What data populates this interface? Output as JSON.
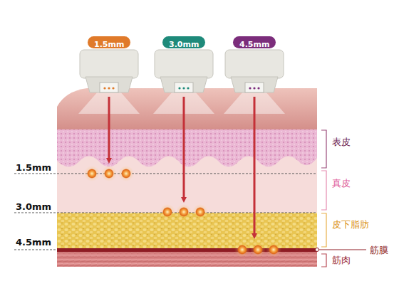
{
  "diagram": {
    "nodes": [
      {
        "text": [
          "1.5mm"
        ]
      },
      {
        "text": [
          "3.0mm"
        ]
      },
      {
        "text": [
          "4.5mm"
        ]
      }
    ],
    "labels": [
      "表皮",
      "1.5mm",
      "真皮",
      "3.0mm",
      "皮下脂肪",
      "4.5mm",
      "筋膜",
      "筋肉"
    ]
  }
}
